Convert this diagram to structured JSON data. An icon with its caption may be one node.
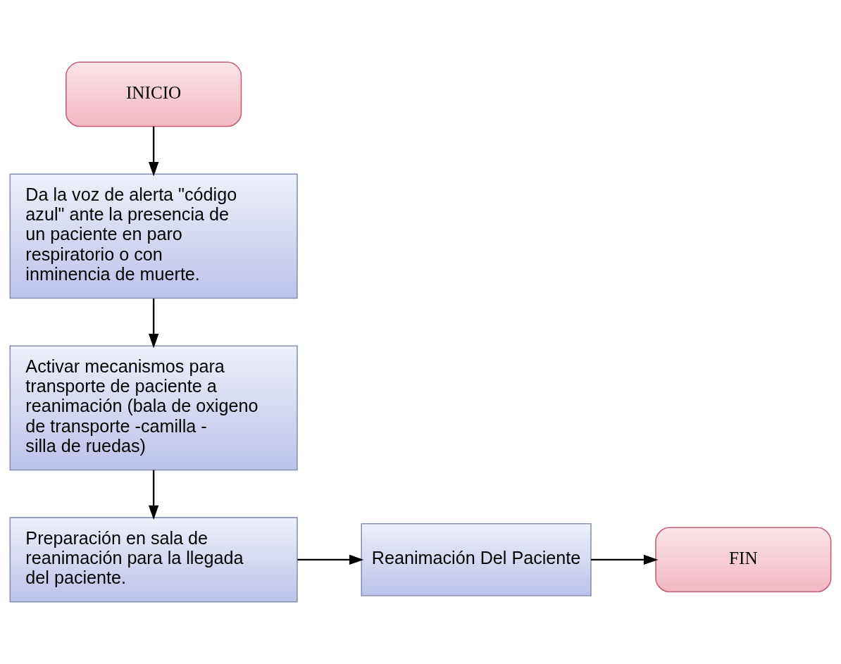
{
  "diagram": {
    "nodes": [
      {
        "text": [
          "INICIO"
        ]
      },
      {
        "text": [
          "Da la voz de alerta \"código azul\" ante la presencia de un paciente en paro respiratorio o con inminencia de muerte."
        ]
      },
      {
        "text": [
          "Activar mecanismos para transporte de paciente a reanimación (bala de oxigeno de transporte -camilla - silla de ruedas)"
        ]
      },
      {
        "text": [
          "Preparación en sala de reanimación para la llegada del paciente."
        ]
      },
      {
        "text": [
          "Reanimación Del Paciente"
        ]
      },
      {
        "text": [
          "FIN"
        ]
      }
    ],
    "edges": [
      {
        "from": 0,
        "to": 1,
        "arrow": "to"
      },
      {
        "from": 1,
        "to": 2,
        "arrow": "to"
      },
      {
        "from": 2,
        "to": 3,
        "arrow": "to"
      },
      {
        "from": 3,
        "to": 4,
        "arrow": "to"
      },
      {
        "from": 4,
        "to": 5,
        "arrow": "to"
      }
    ]
  }
}
